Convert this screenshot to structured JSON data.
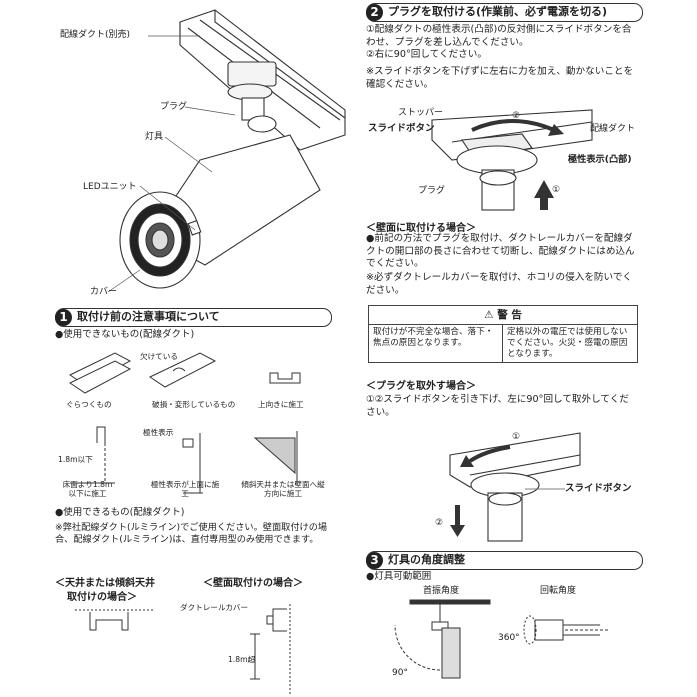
{
  "top_figure": {
    "duct_label": "配線ダクト(別売)",
    "plug_label": "プラグ",
    "fixture_label": "灯具",
    "led_label": "LEDユニット",
    "cover_label": "カバー"
  },
  "section2": {
    "number": "2",
    "title": "プラグを取付ける(作業前、必ず電源を切る)",
    "steps": [
      "①配線ダクトの極性表示(凸部)の反対側にスライドボタンを合わせ、プラグを差し込んでください。",
      "②右に90°回してください。"
    ],
    "note": "※スライドボタンを下げずに左右に力を加え、動かないことを確認ください。",
    "figure": {
      "stopper": "ストッパー",
      "slide_button": "スライドボタン",
      "duct": "配線ダクト",
      "polarity": "極性表示(凸部)",
      "plug": "プラグ",
      "step1": "①",
      "step2": "②"
    },
    "wall_title": "＜壁面に取付ける場合＞",
    "wall_text": "●前記の方法でプラグを取付け、ダクトレールカバーを配線ダクトの開口部の長さに合わせて切断し、配線ダクトにはめ込んでください。",
    "wall_note": "※必ずダクトレールカバーを取付け、ホコリの侵入を防いでください。",
    "warning": {
      "title": "警 告",
      "left": "取付けが不完全な場合、落下・焦点の原因となります。",
      "right": "定格以外の電圧では使用しないでください。火災・感電の原因となります。"
    },
    "remove_title": "＜プラグを取外す場合＞",
    "remove_text": "①②スライドボタンを引き下げ、左に90°回して取外してください。",
    "remove_figure": {
      "slide_button": "スライドボタン",
      "step1": "①",
      "step2": "②"
    }
  },
  "section1": {
    "number": "1",
    "title": "取付け前の注意事項について",
    "cannot_use": "●使用できないもの(配線ダクト)",
    "items": [
      {
        "caption": "ぐらつくもの"
      },
      {
        "caption": "破損・変形しているもの",
        "callout": "欠けている"
      },
      {
        "caption": "上向きに施工"
      },
      {
        "caption": "床面より1.8m以下に施工",
        "callout": "1.8m以下"
      },
      {
        "caption": "極性表示が上面に施工",
        "callout": "極性表示"
      },
      {
        "caption": "傾斜天井または壁面へ縦方向に施工"
      }
    ],
    "can_use": "●使用できるもの(配線ダクト)",
    "note": "※弊社配線ダクト(ルミライン)でご使用ください。壁面取付けの場合、配線ダクト(ルミライン)は、直付専用型のみ使用できます。",
    "ceiling_title_1": "＜天井または傾斜天井",
    "ceiling_title_2": "取付けの場合＞",
    "wall_title": "＜壁面取付けの場合＞",
    "wall_cover": "ダクトレールカバー",
    "wall_height": "1.8m超"
  },
  "section3": {
    "number": "3",
    "title": "灯具の角度調整",
    "range_label": "●灯具可動範囲",
    "tilt": "首振角度",
    "rotate": "回転角度",
    "tilt_value": "90°",
    "rotate_value": "360°"
  }
}
